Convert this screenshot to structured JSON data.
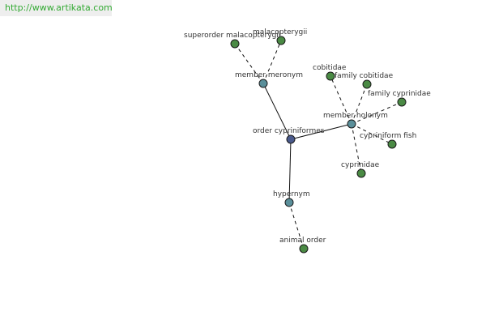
{
  "banner": {
    "url": "http://www.artikata.com"
  },
  "colors": {
    "root": "#4a5a8c",
    "relation": "#5a8f9a",
    "leaf": "#4a8a44"
  },
  "graph": {
    "nodes": [
      {
        "id": "root",
        "label": "order cypriniformes",
        "kind": "root"
      },
      {
        "id": "member-meronym",
        "label": "member meronym",
        "kind": "relation"
      },
      {
        "id": "member-holonym",
        "label": "member holonym",
        "kind": "relation"
      },
      {
        "id": "hypernym",
        "label": "hypernym",
        "kind": "relation"
      },
      {
        "id": "superorder-malacopterygii",
        "label": "superorder malacopterygii",
        "kind": "leaf"
      },
      {
        "id": "malacopterygii",
        "label": "malacopterygii",
        "kind": "leaf"
      },
      {
        "id": "cobitidae",
        "label": "cobitidae",
        "kind": "leaf"
      },
      {
        "id": "family-cobitidae",
        "label": "family cobitidae",
        "kind": "leaf"
      },
      {
        "id": "family-cyprinidae",
        "label": "family cyprinidae",
        "kind": "leaf"
      },
      {
        "id": "cypriniform-fish",
        "label": "cypriniform fish",
        "kind": "leaf"
      },
      {
        "id": "cyprinidae",
        "label": "cyprinidae",
        "kind": "leaf"
      },
      {
        "id": "animal-order",
        "label": "animal order",
        "kind": "leaf"
      }
    ],
    "edges": [
      {
        "from": "root",
        "to": "member-meronym",
        "style": "solid"
      },
      {
        "from": "root",
        "to": "member-holonym",
        "style": "solid"
      },
      {
        "from": "root",
        "to": "hypernym",
        "style": "solid"
      },
      {
        "from": "member-meronym",
        "to": "superorder-malacopterygii",
        "style": "dashed"
      },
      {
        "from": "member-meronym",
        "to": "malacopterygii",
        "style": "dashed"
      },
      {
        "from": "member-holonym",
        "to": "cobitidae",
        "style": "dashed"
      },
      {
        "from": "member-holonym",
        "to": "family-cobitidae",
        "style": "dashed"
      },
      {
        "from": "member-holonym",
        "to": "family-cyprinidae",
        "style": "dashed"
      },
      {
        "from": "member-holonym",
        "to": "cypriniform-fish",
        "style": "dashed"
      },
      {
        "from": "member-holonym",
        "to": "cyprinidae",
        "style": "dashed"
      },
      {
        "from": "hypernym",
        "to": "animal-order",
        "style": "dashed"
      }
    ]
  }
}
